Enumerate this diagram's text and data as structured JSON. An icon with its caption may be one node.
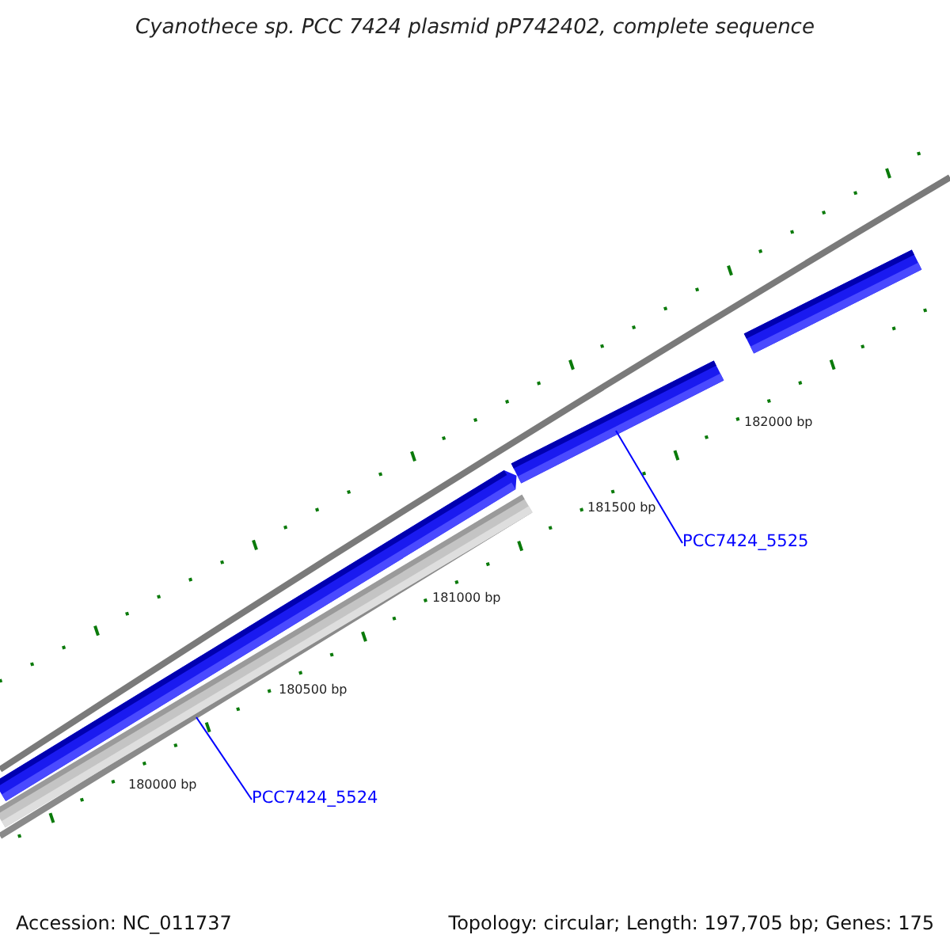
{
  "diagram": {
    "title": "Cyanothece sp. PCC 7424 plasmid pP742402, complete sequence",
    "nodes": [
      {
        "text": [
          "PCC7424_5525"
        ]
      },
      {
        "text": [],
        "shape": "bar"
      },
      {
        "text": [
          "PCC7424_5524"
        ]
      },
      {
        "text": [],
        "shape": "bar"
      }
    ],
    "edges": [
      {
        "from": 0,
        "to": 1,
        "arrow": "none"
      },
      {
        "from": 2,
        "to": 3,
        "arrow": "none"
      }
    ],
    "labels": [
      "182000 bp",
      "181500 bp",
      "181000 bp",
      "180500 bp",
      "180000 bp",
      "Accession: NC_011737",
      "Topology: circular; Length: 197,705 bp; Genes: 175"
    ]
  }
}
